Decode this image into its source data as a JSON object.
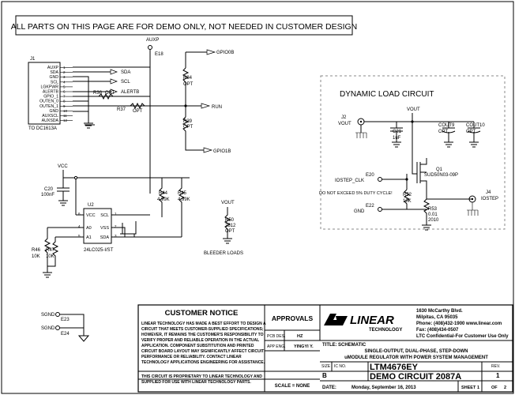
{
  "banner": "ALL PARTS ON THIS PAGE ARE FOR DEMO ONLY, NOT NEEDED IN CUSTOMER DESIGN",
  "j1": {
    "ref": "J1",
    "part": "TO DC1613A",
    "pins": [
      "AUXP",
      "SDA",
      "GND",
      "SCL",
      "LGKPWR",
      "ALERTB",
      "GPIO_1",
      "OUTEN_0",
      "OUTEN_1",
      "GND",
      "AUXSCL",
      "AUXSDA"
    ],
    "pin_numbers": [
      "1",
      "2",
      "3",
      "4",
      "5",
      "6",
      "7",
      "8",
      "9",
      "10",
      "11",
      "12"
    ]
  },
  "nets": {
    "auxp": "AUXP",
    "e18": "E18",
    "sda": "SDA",
    "scl": "SCL",
    "alertb": "ALERTB",
    "gpio0b": "GPIO0B",
    "gpio1b": "GPIO1B",
    "run": "RUN",
    "vcc": "VCC",
    "vout": "VOUT"
  },
  "resistors": {
    "r34": {
      "ref": "R34",
      "value": "OPT"
    },
    "r36": {
      "ref": "R36",
      "value": "OPT"
    },
    "r37": {
      "ref": "R37",
      "value": "OPT"
    },
    "r39": {
      "ref": "R39",
      "value": "OPT"
    },
    "r44": {
      "ref": "R44",
      "value": "4.99K"
    },
    "r45": {
      "ref": "R45",
      "value": "4.99K"
    },
    "r46": {
      "ref": "R46",
      "value": "10K"
    },
    "r47": {
      "ref": "R47",
      "value": "10K"
    },
    "r50": {
      "ref": "R50",
      "value": "2512",
      "value2": "OPT"
    },
    "r52": {
      "ref": "R52",
      "value": "10K"
    },
    "r53": {
      "ref": "R53",
      "value": "0.01",
      "value3": "2010"
    }
  },
  "c20": {
    "ref": "C20",
    "value": "100nF"
  },
  "u2": {
    "ref": "U2",
    "part": "24LC025-I/ST",
    "pins_left": [
      "VCC",
      "A0",
      "A1"
    ],
    "pins_left_nums": [
      "6",
      "4",
      "5"
    ],
    "pins_right": [
      "SCL",
      "VSS",
      "SDA"
    ],
    "pins_right_nums": [
      "1",
      "2",
      "3"
    ]
  },
  "bleeder": "BLEEDER LOADS",
  "dynamic": {
    "title": "DYNAMIC LOAD CIRCUIT",
    "j2": "J2",
    "j2_label": "VOUT",
    "vout": "VOUT",
    "c21": {
      "ref": "C21",
      "value": "1uF"
    },
    "cout9": {
      "ref": "COUT9",
      "value": "OPT"
    },
    "cout10": {
      "ref": "COUT10",
      "value": "OPT"
    },
    "q1": {
      "ref": "Q1",
      "part": "SUD50N03-09P"
    },
    "e20": "E20",
    "e20_label": "IOSTEP_CLK",
    "e22": "E22",
    "e22_label": "GND",
    "warning": "DO NOT EXCEED 5% DUTY CYCLE!",
    "j4": "J4",
    "j4_label": "IOSTEP"
  },
  "sgnd": {
    "label1": "SGND",
    "e23": "E23",
    "label2": "SGND",
    "e24": "E24"
  },
  "notice": {
    "title": "CUSTOMER NOTICE",
    "lines": [
      "LINEAR TECHNOLOGY HAS MADE A BEST EFFORT TO DESIGN A",
      "CIRCUIT THAT MEETS CUSTOMER-SUPPLIED SPECIFICATIONS;",
      "HOWEVER, IT REMAINS THE CUSTOMER'S RESPONSIBILITY TO",
      "VERIFY PROPER AND RELIABLE OPERATION IN THE ACTUAL",
      "APPLICATION. COMPONENT SUBSTITUTION AND PRINTED",
      "CIRCUIT BOARD LAYOUT MAY SIGNIFICANTLY AFFECT CIRCUIT",
      "PERFORMANCE OR RELIABILITY. CONTACT LINEAR",
      "TECHNOLOGY APPLICATIONS ENGINEERING FOR ASSISTANCE."
    ],
    "proprietary1": "THIS CIRCUIT IS PROPRIETARY TO LINEAR TECHNOLOGY AND",
    "proprietary2": "SUPPLIED FOR USE WITH LINEAR TECHNOLOGY PARTS."
  },
  "approvals": {
    "title": "APPROVALS",
    "pcb_des_label": "PCB DES.",
    "pcb_des": "HZ",
    "app_eng_label": "APP ENG.",
    "app_eng": "YINGYI Y.",
    "scale": "SCALE = NONE"
  },
  "company": {
    "logo": "LINEAR",
    "logo_sub": "TECHNOLOGY",
    "address1": "1630 McCarthy Blvd.",
    "address2": "Milpitas, CA 95035",
    "phone": "Phone: (408)432-1900  www.linear.com",
    "fax": "Fax: (408)434-0507",
    "confidential": "LTC Confidential-For Customer Use Only"
  },
  "titleblock": {
    "title_label": "TITLE:",
    "title": "SCHEMATIC",
    "desc1": "SINGLE-OUTPUT, DUAL-PHASE, STEP-DOWN",
    "desc2": "uMODULE REGULATOR WITH POWER SYSTEM MANAGEMENT",
    "size_label": "SIZE",
    "size": "B",
    "icno_label": "IC NO.",
    "part": "LTM4676EY",
    "demo": "DEMO CIRCUIT 2087A",
    "rev_label": "REV.",
    "rev": "1",
    "date_label": "DATE:",
    "date": "Monday, September 16, 2013",
    "sheet_label": "SHEET",
    "sheet": "1",
    "of_label": "OF",
    "of": "2"
  }
}
